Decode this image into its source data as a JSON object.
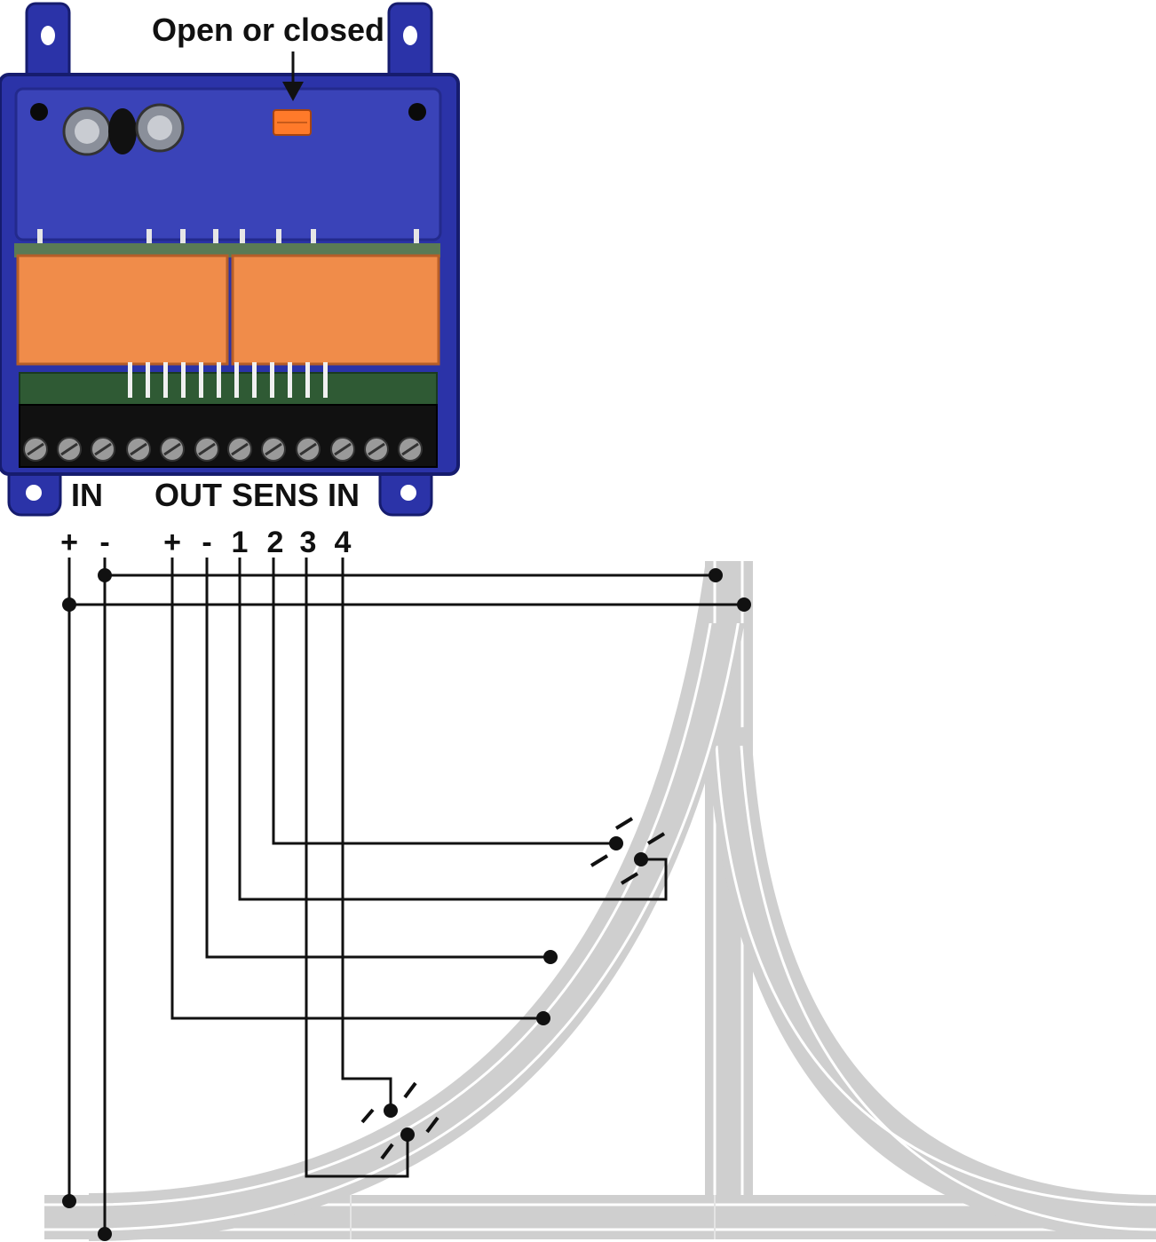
{
  "callout": {
    "label": "Open or closed"
  },
  "module": {
    "section_labels": {
      "in": "IN",
      "out": "OUT",
      "sens_in": "SENS IN"
    },
    "terminal_labels": [
      "+",
      "-",
      "+",
      "-",
      "1",
      "2",
      "3",
      "4"
    ],
    "colors": {
      "housing": "#2b33a8",
      "housing_dark": "#161c6e",
      "relay": "#f08c4a",
      "switch": "#ff7a2a",
      "pcb": "#2f5a34"
    }
  },
  "track": {
    "colors": {
      "rail": "#cfcfcf",
      "rail_edge": "#ffffff"
    }
  },
  "wiring": {
    "color": "#111111"
  }
}
